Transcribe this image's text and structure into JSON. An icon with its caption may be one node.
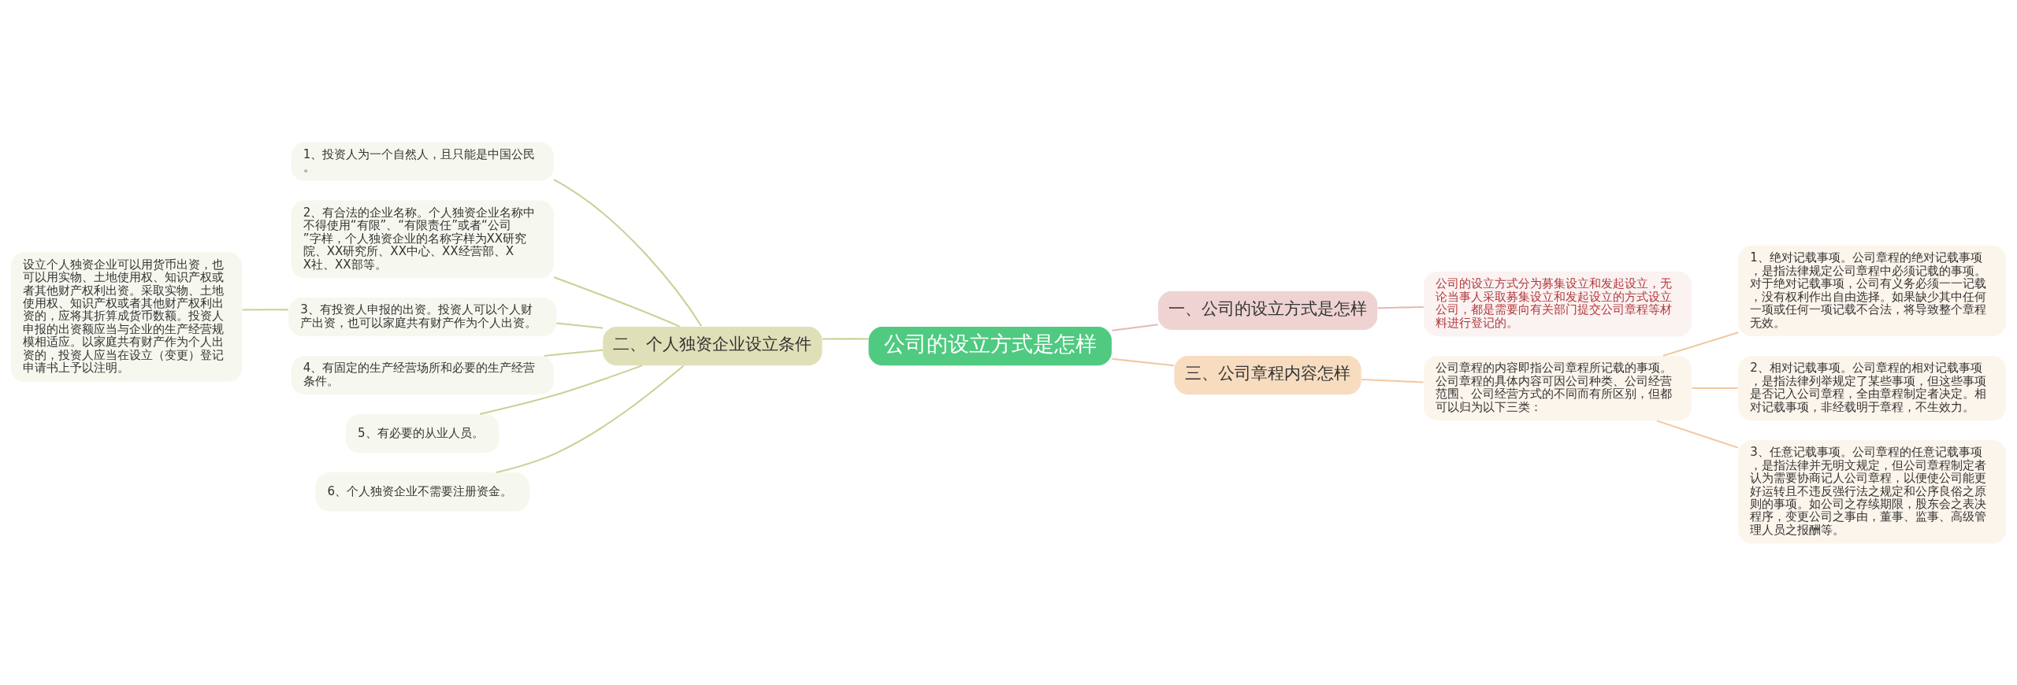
{
  "diagram": {
    "nodes": [
      {
        "text": [
          "公司的设立方式是怎样"
        ]
      },
      {
        "text": [
          "一、公司的设立方式是怎样"
        ]
      },
      {
        "text": [
          "公司的设立方式分为募集设立和发起设立，无论当事人采取募集设立和发起设立的方式设立公司，都是需要向有关部门提交公司章程等材料进行登记的。"
        ]
      },
      {
        "text": [
          "二、个人独资企业设立条件"
        ]
      },
      {
        "text": [
          "1、投资人为一个自然人，且只能是中国公民。"
        ]
      },
      {
        "text": [
          "2、有合法的企业名称。个人独资企业名称中不得使用“有限”、“有限责任”或者“公司”字样，个人独资企业的名称字样为XX研究院、XX研究所、XX中心、XX经营部、XX社、XX部等。"
        ]
      },
      {
        "text": [
          "3、有投资人申报的出资。投资人可以个人财产出资，也可以家庭共有财产作为个人出资。"
        ]
      },
      {
        "text": [
          "4、有固定的生产经营场所和必要的生产经营条件。"
        ]
      },
      {
        "text": [
          "5、有必要的从业人员。"
        ]
      },
      {
        "text": [
          "6、个人独资企业不需要注册资金。"
        ]
      },
      {
        "text": [
          "设立个人独资企业可以用货币出资，也可以用实物、土地使用权、知识产权或者其他财产权利出资。采取实物、土地使用权、知识产权或者其他财产权利出资的，应将其折算成货币数额。投资人申报的出资额应当与企业的生产经营规模相适应。以家庭共有财产作为个人出资的，投资人应当在设立（变更）登记申请书上予以注明。"
        ]
      },
      {
        "text": [
          "三、公司章程内容怎样"
        ]
      },
      {
        "text": [
          "公司章程的内容即指公司章程所记载的事项。公司章程的具体内容可因公司种类、公司经营范围、公司经营方式的不同而有所区别，但都可以归为以下三类："
        ]
      },
      {
        "text": [
          "1、绝对记载事项。公司章程的绝对记载事项，是指法律规定公司章程中必须记载的事项。对于绝对记载事项，公司有义务必须一一记载，没有权利作出自由选择。如果缺少其中任何一项或任何一项记载不合法，将导致整个章程无效。"
        ]
      },
      {
        "text": [
          "2、相对记载事项。公司章程的相对记载事项，是指法律列举规定了某些事项，但这些事项是否记入公司章程，全由章程制定者决定。相对记载事项，非经载明于章程，不生效力。"
        ]
      },
      {
        "text": [
          "3、任意记载事项。公司章程的任意记载事项，是指法律并无明文规定，但公司章程制定者认为需要协商记人公司章程，以便使公司能更好运转且不违反强行法之规定和公序良俗之原则的事项。如公司之存续期限，股东会之表决程序，变更公司之事由，董事、监事、高级管理人员之报酬等。"
        ]
      }
    ],
    "edges": [
      {
        "from": 0,
        "to": 1,
        "arrow": "none",
        "color": "#e3b8b8"
      },
      {
        "from": 1,
        "to": 2,
        "arrow": "none",
        "color": "#e3b8b8"
      },
      {
        "from": 0,
        "to": 3,
        "arrow": "none"
      },
      {
        "from": 3,
        "to": 4,
        "arrow": "none"
      },
      {
        "from": 3,
        "to": 5,
        "arrow": "none"
      },
      {
        "from": 3,
        "to": 6,
        "arrow": "none"
      },
      {
        "from": 3,
        "to": 7,
        "arrow": "none"
      },
      {
        "from": 3,
        "to": 8,
        "arrow": "none"
      },
      {
        "from": 3,
        "to": 9,
        "arrow": "none"
      },
      {
        "from": 6,
        "to": 10,
        "arrow": "none"
      },
      {
        "from": 0,
        "to": 11,
        "arrow": "none",
        "color": "#f0c9a0"
      },
      {
        "from": 11,
        "to": 12,
        "arrow": "none",
        "color": "#f0c9a0"
      },
      {
        "from": 12,
        "to": 13,
        "arrow": "none",
        "color": "#f0c9a0"
      },
      {
        "from": 12,
        "to": 14,
        "arrow": "none",
        "color": "#f0c9a0"
      },
      {
        "from": 12,
        "to": 15,
        "arrow": "none",
        "color": "#f0c9a0"
      }
    ]
  }
}
